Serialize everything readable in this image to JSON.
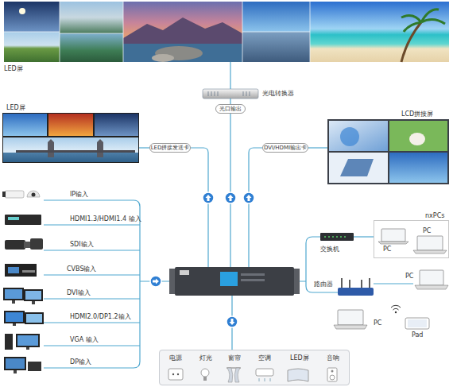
{
  "diagram": {
    "nodes": [
      {
        "text": [
          "LED屏"
        ]
      },
      {
        "text": [
          "光电转换器"
        ]
      },
      {
        "text": [
          "光口输出"
        ]
      },
      {
        "text": [
          "LED屏"
        ]
      },
      {
        "text": [
          "LED拼接发送卡"
        ]
      },
      {
        "text": [
          "DVI/HDMI输出卡"
        ]
      },
      {
        "text": [
          "LCD拼接屏"
        ]
      },
      {
        "text": [
          "交换机"
        ]
      },
      {
        "text": [
          "nxPCs"
        ]
      },
      {
        "text": [
          "PC"
        ],
        "in": 8
      },
      {
        "text": [
          "PC"
        ],
        "in": 8
      },
      {
        "text": [
          "路由器"
        ]
      },
      {
        "text": [
          "PC"
        ]
      },
      {
        "text": [
          "PC"
        ]
      },
      {
        "text": [
          "Pad"
        ]
      },
      {
        "text": [
          "电源",
          "灯光",
          "窗帘",
          "空调",
          "LED屏",
          "音响"
        ]
      }
    ],
    "edges": [
      {
        "from": 1,
        "to": 0,
        "arrow": "none"
      },
      {
        "from": 2,
        "to": 1,
        "arrow": "none"
      },
      {
        "from": 4,
        "to": 3,
        "arrow": "none"
      },
      {
        "from": 5,
        "to": 6,
        "arrow": "none"
      },
      {
        "from": 7,
        "to": 8,
        "arrow": "none"
      },
      {
        "from": 11,
        "to": 12,
        "arrow": "none"
      }
    ],
    "labels": [
      "IP输入",
      "HDMI1.3/HDMI1.4 输入",
      "SDI输入",
      "CVBS输入",
      "DVI输入",
      "HDMI2.0/DP1.2输入",
      "VGA 输入",
      "DP输入"
    ]
  }
}
